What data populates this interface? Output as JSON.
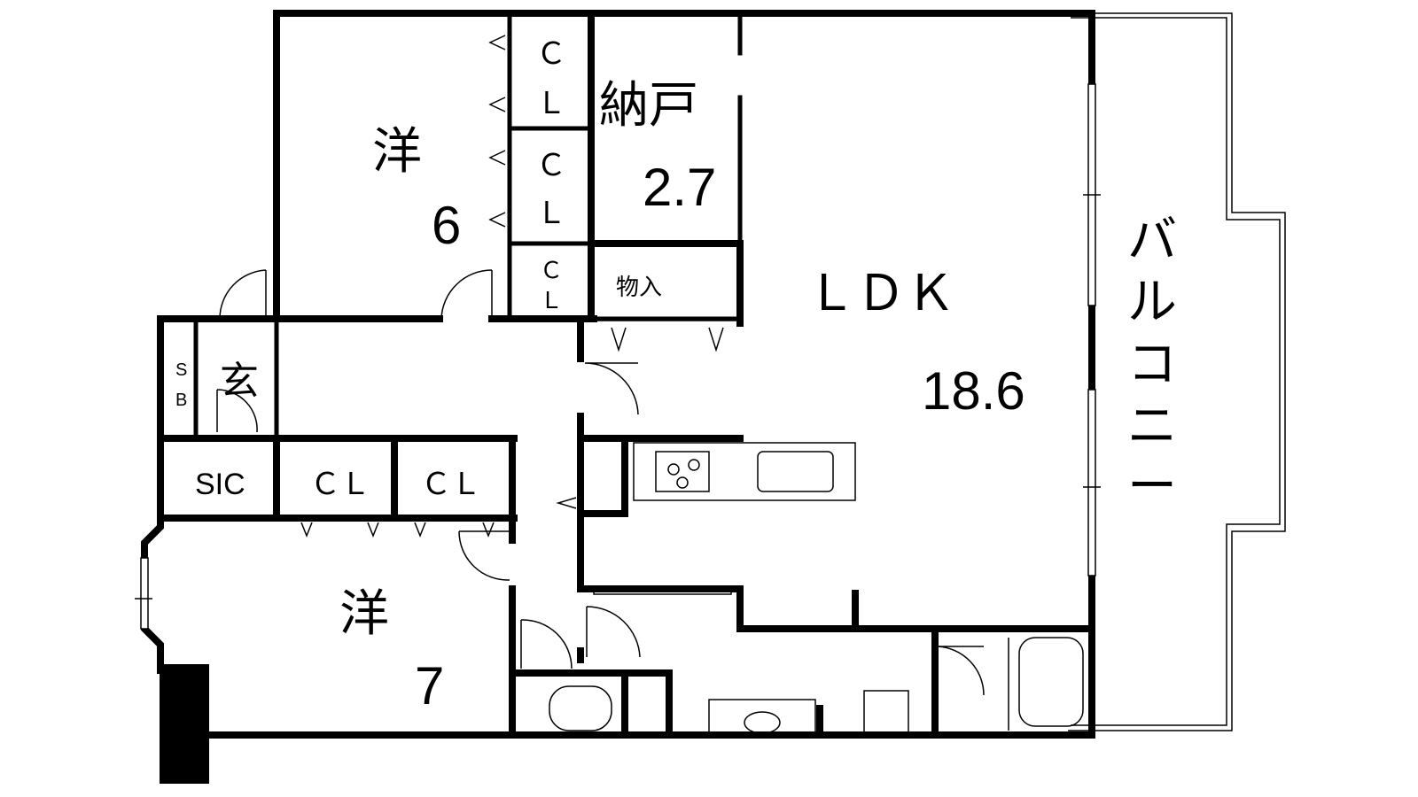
{
  "rooms": {
    "western_6": {
      "name": "洋",
      "size": "6"
    },
    "storage": {
      "name": "納戸",
      "size": "2.7"
    },
    "ldk": {
      "name": "ＬＤＫ",
      "size": "18.6"
    },
    "western_7": {
      "name": "洋",
      "size": "7"
    },
    "entrance": {
      "name": "玄"
    },
    "shoe_box": {
      "line1": "S",
      "line2": "B"
    },
    "sic": {
      "name": "SIC"
    },
    "closet_label": "ＣＬ",
    "closet_c": "Ｃ",
    "closet_l": "Ｌ",
    "mono_ire": {
      "name": "物入"
    },
    "balcony": {
      "chars": [
        "バ",
        "ル",
        "コ",
        "ニ",
        "ー"
      ]
    }
  }
}
